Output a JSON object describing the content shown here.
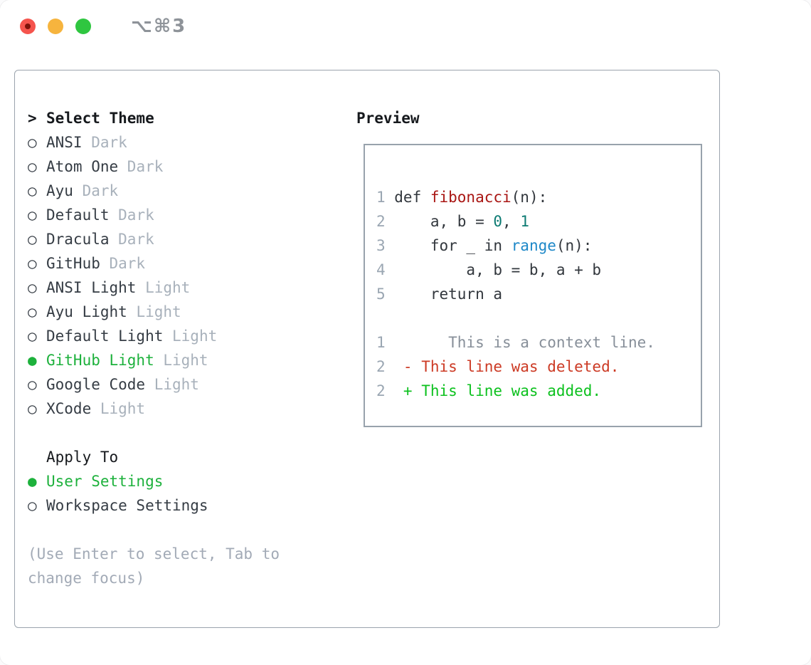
{
  "window": {
    "title": "⌥⌘3"
  },
  "colors": {
    "tl_red": "#f5544d",
    "tl_red_dot": "#7e120a",
    "tl_yellow": "#f6b43e",
    "tl_green": "#2fc640",
    "title_gray": "#8e9399",
    "panel_border": "#9ba4ad",
    "box_border": "#98a2ac",
    "black_text": "#16191d",
    "dark_text": "#353c44",
    "tag_gray": "#a8b1bb",
    "help_gray": "#a2aab6",
    "accent_green": "#1db13c",
    "linenum_gray": "#9aa6b2",
    "code_text": "#32373d",
    "kw_red": "#a91613",
    "num_teal": "#0d7b73",
    "fn_blue": "#1e88c8",
    "ctx_gray": "#878f99",
    "del_red": "#cc3a24",
    "add_green": "#0cc11e"
  },
  "themes": {
    "header_marker": ">",
    "header": "Select Theme",
    "items": [
      {
        "marker": "○",
        "name": "ANSI",
        "tag": "Dark",
        "selected": false
      },
      {
        "marker": "○",
        "name": "Atom One",
        "tag": "Dark",
        "selected": false
      },
      {
        "marker": "○",
        "name": "Ayu",
        "tag": "Dark",
        "selected": false
      },
      {
        "marker": "○",
        "name": "Default",
        "tag": "Dark",
        "selected": false
      },
      {
        "marker": "○",
        "name": "Dracula",
        "tag": "Dark",
        "selected": false
      },
      {
        "marker": "○",
        "name": "GitHub",
        "tag": "Dark",
        "selected": false
      },
      {
        "marker": "○",
        "name": "ANSI Light",
        "tag": "Light",
        "selected": false
      },
      {
        "marker": "○",
        "name": "Ayu Light",
        "tag": "Light",
        "selected": false
      },
      {
        "marker": "○",
        "name": "Default Light",
        "tag": "Light",
        "selected": false
      },
      {
        "marker": "●",
        "name": "GitHub Light",
        "tag": "Light",
        "selected": true
      },
      {
        "marker": "○",
        "name": "Google Code",
        "tag": "Light",
        "selected": false
      },
      {
        "marker": "○",
        "name": "XCode",
        "tag": "Light",
        "selected": false
      }
    ]
  },
  "apply_to": {
    "header": "Apply To",
    "options": [
      {
        "marker": "●",
        "name": "User Settings",
        "selected": true
      },
      {
        "marker": "○",
        "name": "Workspace Settings",
        "selected": false
      }
    ]
  },
  "help_text": "(Use Enter to select, Tab to change focus)",
  "preview": {
    "title": "Preview",
    "lines": [
      {
        "num": "1",
        "tokens": [
          {
            "t": "def "
          },
          {
            "t": "fibonacci"
          },
          {
            "t": "(n):"
          }
        ]
      },
      {
        "num": "2",
        "tokens": [
          {
            "t": "    a, b = "
          },
          {
            "t": "0"
          },
          {
            "t": ", "
          },
          {
            "t": "1"
          }
        ]
      },
      {
        "num": "3",
        "tokens": [
          {
            "t": "    for _ in "
          },
          {
            "t": "range"
          },
          {
            "t": "(n):"
          }
        ]
      },
      {
        "num": "4",
        "tokens": [
          {
            "t": "        a, b = b, a + b"
          }
        ]
      },
      {
        "num": "5",
        "tokens": [
          {
            "t": "    return a"
          }
        ]
      },
      {
        "num": "",
        "tokens": [
          {
            "t": ""
          }
        ]
      },
      {
        "num": "1",
        "tokens": [
          {
            "t": "      This is a context line."
          }
        ]
      },
      {
        "num": "2",
        "tokens": [
          {
            "t": " - This line was deleted."
          }
        ]
      },
      {
        "num": "2",
        "tokens": [
          {
            "t": " + This line was added."
          }
        ]
      }
    ]
  }
}
